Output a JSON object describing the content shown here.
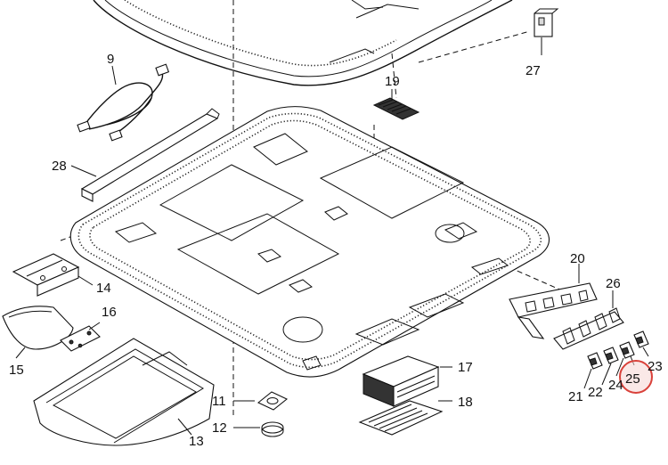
{
  "diagram": {
    "part_labels": [
      "9",
      "27",
      "19",
      "28",
      "14",
      "16",
      "15",
      "20",
      "26",
      "23",
      "25",
      "21",
      "22",
      "24",
      "17",
      "18",
      "11",
      "12",
      "13"
    ],
    "highlighted_label": "25",
    "highlight_color": "#d9413a"
  }
}
